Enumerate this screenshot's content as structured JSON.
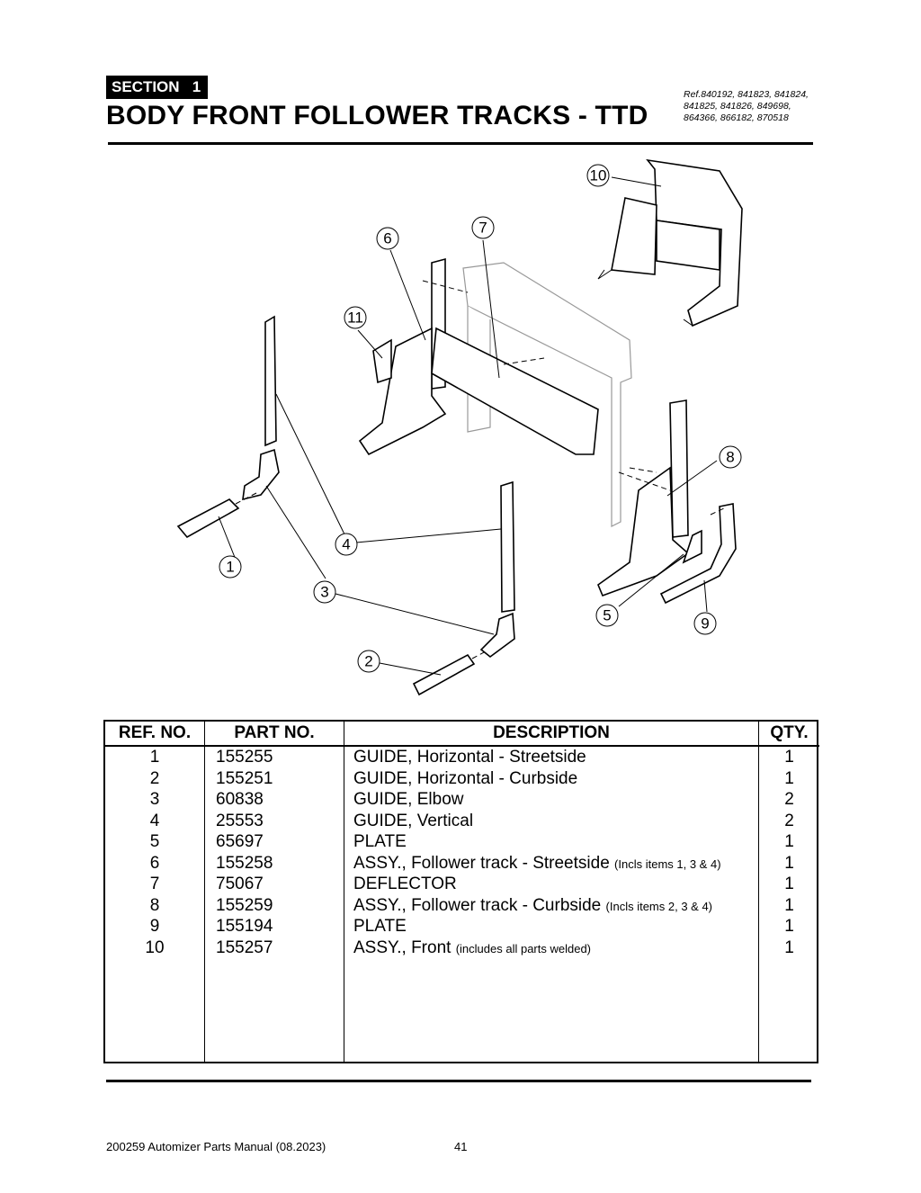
{
  "header": {
    "section_badge": "SECTION   1",
    "title": "BODY FRONT FOLLOWER TRACKS - TTD",
    "ref_lines": [
      "Ref.840192, 841823, 841824,",
      "841825, 841826, 849698,",
      "864366, 866182, 870518"
    ]
  },
  "diagram": {
    "callouts": [
      "1",
      "2",
      "3",
      "4",
      "5",
      "6",
      "7",
      "8",
      "9",
      "10",
      "11"
    ]
  },
  "parts_table": {
    "headers": [
      "REF. NO.",
      "PART NO.",
      "DESCRIPTION",
      "QTY."
    ],
    "rows": [
      {
        "ref": "1",
        "part": "155255",
        "desc": "GUIDE, Horizontal - Streetside",
        "note": "",
        "qty": "1"
      },
      {
        "ref": "2",
        "part": "155251",
        "desc": "GUIDE, Horizontal - Curbside",
        "note": "",
        "qty": "1"
      },
      {
        "ref": "3",
        "part": "60838",
        "desc": "GUIDE, Elbow",
        "note": "",
        "qty": "2"
      },
      {
        "ref": "4",
        "part": "25553",
        "desc": "GUIDE, Vertical",
        "note": "",
        "qty": "2"
      },
      {
        "ref": "5",
        "part": "65697",
        "desc": "PLATE",
        "note": "",
        "qty": "1"
      },
      {
        "ref": "6",
        "part": "155258",
        "desc": "ASSY., Follower track - Streetside",
        "note": "(Incls items 1, 3 & 4)",
        "qty": "1"
      },
      {
        "ref": "7",
        "part": "75067",
        "desc": "DEFLECTOR",
        "note": "",
        "qty": "1"
      },
      {
        "ref": "8",
        "part": "155259",
        "desc": "ASSY., Follower track - Curbside",
        "note": "(Incls items 2, 3 & 4)",
        "qty": "1"
      },
      {
        "ref": "9",
        "part": "155194",
        "desc": "PLATE",
        "note": "",
        "qty": "1"
      },
      {
        "ref": "10",
        "part": "155257",
        "desc": "ASSY., Front",
        "note": "(includes all parts welded)",
        "qty": "1"
      }
    ]
  },
  "footer": {
    "manual": "200259 Automizer Parts Manual (08.2023)",
    "page": "41"
  }
}
